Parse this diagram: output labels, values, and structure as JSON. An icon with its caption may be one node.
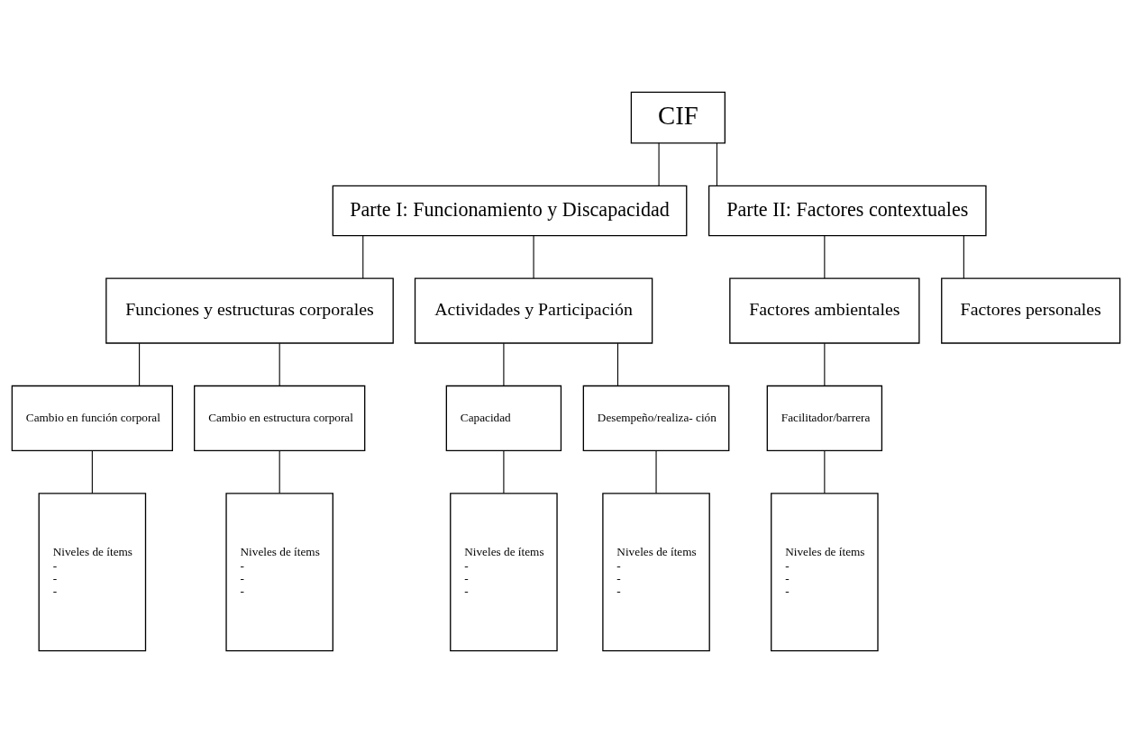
{
  "diagram": {
    "nodes": [
      {
        "text": [
          "CIF"
        ]
      },
      {
        "text": [
          "Parte I: Funcionamiento y Discapacidad"
        ]
      },
      {
        "text": [
          "Parte II: Factores contextuales"
        ]
      },
      {
        "text": [
          "Funciones y estructuras corporales"
        ]
      },
      {
        "text": [
          "Actividades y Participación"
        ]
      },
      {
        "text": [
          "Factores ambientales"
        ]
      },
      {
        "text": [
          "Factores personales"
        ]
      },
      {
        "text": [
          "Cambio en función corporal"
        ]
      },
      {
        "text": [
          "Cambio en estructura corporal"
        ]
      },
      {
        "text": [
          "Capacidad"
        ]
      },
      {
        "text": [
          "Desempeño/realiza- ción"
        ]
      },
      {
        "text": [
          "Facilitador/barrera"
        ]
      },
      {
        "text": [
          "Niveles de ítems",
          "-",
          "-",
          "-"
        ]
      },
      {
        "text": [
          "Niveles de ítems",
          "-",
          "-",
          "-"
        ]
      },
      {
        "text": [
          "Niveles de ítems",
          "-",
          "-",
          "-"
        ]
      },
      {
        "text": [
          "Niveles de ítems",
          "-",
          "-",
          "-"
        ]
      },
      {
        "text": [
          "Niveles de ítems",
          "-",
          "-",
          "-"
        ]
      }
    ],
    "edges": [
      {
        "from": 0,
        "to": 1,
        "arrow": "none"
      },
      {
        "from": 0,
        "to": 2,
        "arrow": "none"
      },
      {
        "from": 1,
        "to": 3,
        "arrow": "none"
      },
      {
        "from": 1,
        "to": 4,
        "arrow": "none"
      },
      {
        "from": 2,
        "to": 5,
        "arrow": "none"
      },
      {
        "from": 2,
        "to": 6,
        "arrow": "none"
      },
      {
        "from": 3,
        "to": 7,
        "arrow": "none"
      },
      {
        "from": 3,
        "to": 8,
        "arrow": "none"
      },
      {
        "from": 4,
        "to": 9,
        "arrow": "none"
      },
      {
        "from": 4,
        "to": 10,
        "arrow": "none"
      },
      {
        "from": 5,
        "to": 11,
        "arrow": "none"
      },
      {
        "from": 7,
        "to": 12,
        "arrow": "none"
      },
      {
        "from": 8,
        "to": 13,
        "arrow": "none"
      },
      {
        "from": 9,
        "to": 14,
        "arrow": "none"
      },
      {
        "from": 10,
        "to": 15,
        "arrow": "none"
      },
      {
        "from": 11,
        "to": 16,
        "arrow": "none"
      }
    ]
  }
}
